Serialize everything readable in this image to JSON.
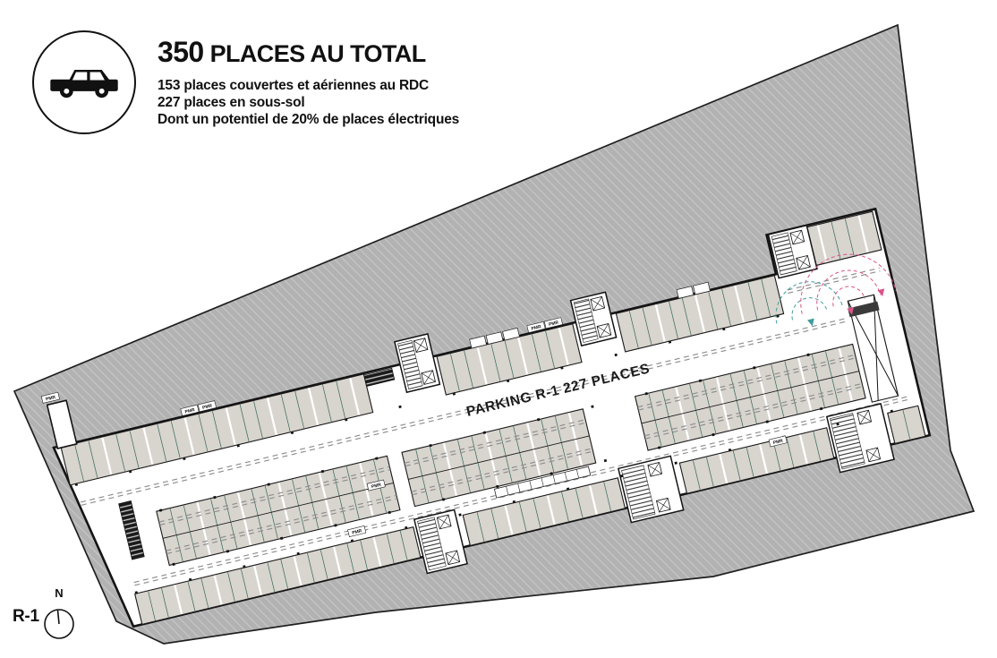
{
  "header": {
    "icon": "car-icon",
    "title_number": "350",
    "title_rest": "PLACES AU TOTAL",
    "lines": [
      "153 places couvertes et aériennes au RDC",
      "227 places en sous-sol",
      "Dont un potentiel de 20% de places électriques"
    ]
  },
  "plan": {
    "central_label": "PARKING R-1 227 PLACES",
    "pmr_label": "PMR",
    "colors": {
      "site_fill": "#b2b2b2",
      "hatch_line": "#c8c8c8",
      "outline": "#141414",
      "stall_fill": "#d8d4ce",
      "divider": "#3e6e5e",
      "dash": "#8d8d8d",
      "arc_pink": "#d9538a",
      "arc_teal": "#3f9c9c",
      "ramp_dark": "#1a1a1a"
    }
  },
  "footer": {
    "level_label": "R-1",
    "north_label": "N"
  }
}
